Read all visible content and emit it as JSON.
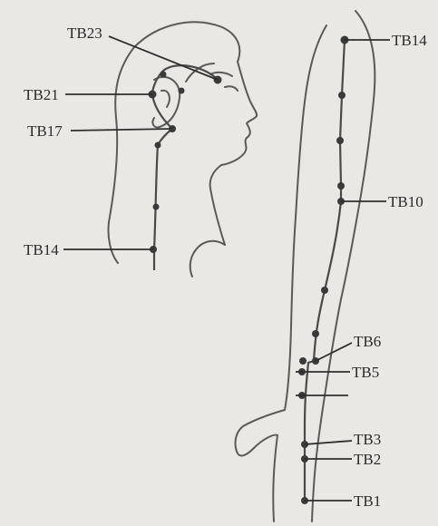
{
  "labels": {
    "tb23": "TB23",
    "tb21": "TB21",
    "tb17": "TB17",
    "tb14_head": "TB14",
    "tb14_arm": "TB14",
    "tb10": "TB10",
    "tb6": "TB6",
    "tb5": "TB5",
    "tb3": "TB3",
    "tb2": "TB2",
    "tb1": "TB1"
  },
  "colors": {
    "background": "#e9e8e4",
    "ink": "#2b2b2b",
    "outline": "#5a5a58"
  }
}
